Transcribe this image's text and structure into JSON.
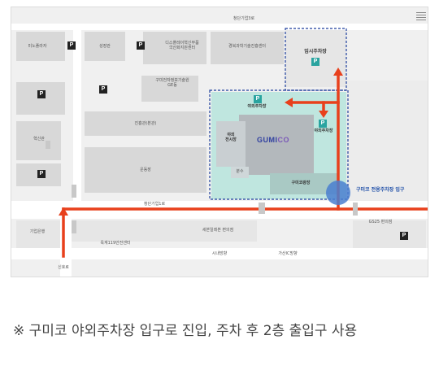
{
  "map": {
    "labels": {
      "top_road": "청단기업3로",
      "mino_plaza": "미노플라자",
      "seongsilgwan": "성장관",
      "display_center": "디스플레이혁신부품\n국산화지원센터",
      "gyeongbuk_center": "경북과학기술진흥센터",
      "temp_parking": "임시주차장",
      "gumi_it_center": "구미전자정보기술원\nGE동",
      "outdoor_parking_w": "야외주차장",
      "outdoor_parking_e": "야외주차장",
      "jinheung_hall": "진흥관(본관)",
      "outdoor_exhibition": "야외\n전시장",
      "hyeoksingwan": "혁신관",
      "playground": "운동장",
      "bunsu": "분수",
      "gumico_plaza": "구미코광장",
      "exclusive_entrance": "구미코 전용주차장 입구",
      "road_1": "청단기업1로",
      "gs25": "GS25 편의점",
      "gieop_bank": "기업은행",
      "sebang_store": "세븐일레븐 편의점",
      "fire_center": "옥계119안전센터",
      "city_direction": "시내방향",
      "gasan_direction": "가산IC방향",
      "sinpyeong_road": "신호로"
    },
    "logo_main": "GUMI",
    "logo_co": "CO",
    "parking_symbol": "P"
  },
  "note": {
    "text": "※ 구미코 야외주차장 입구로 진입, 주차 후 2층 출입구 사용"
  },
  "colors": {
    "route": "#e8401c",
    "gumico_zone": "#bfe6df",
    "dashed": "#1f3f9c",
    "entrance_circle": "#4a7fd0",
    "building": "#d7d7d7"
  }
}
